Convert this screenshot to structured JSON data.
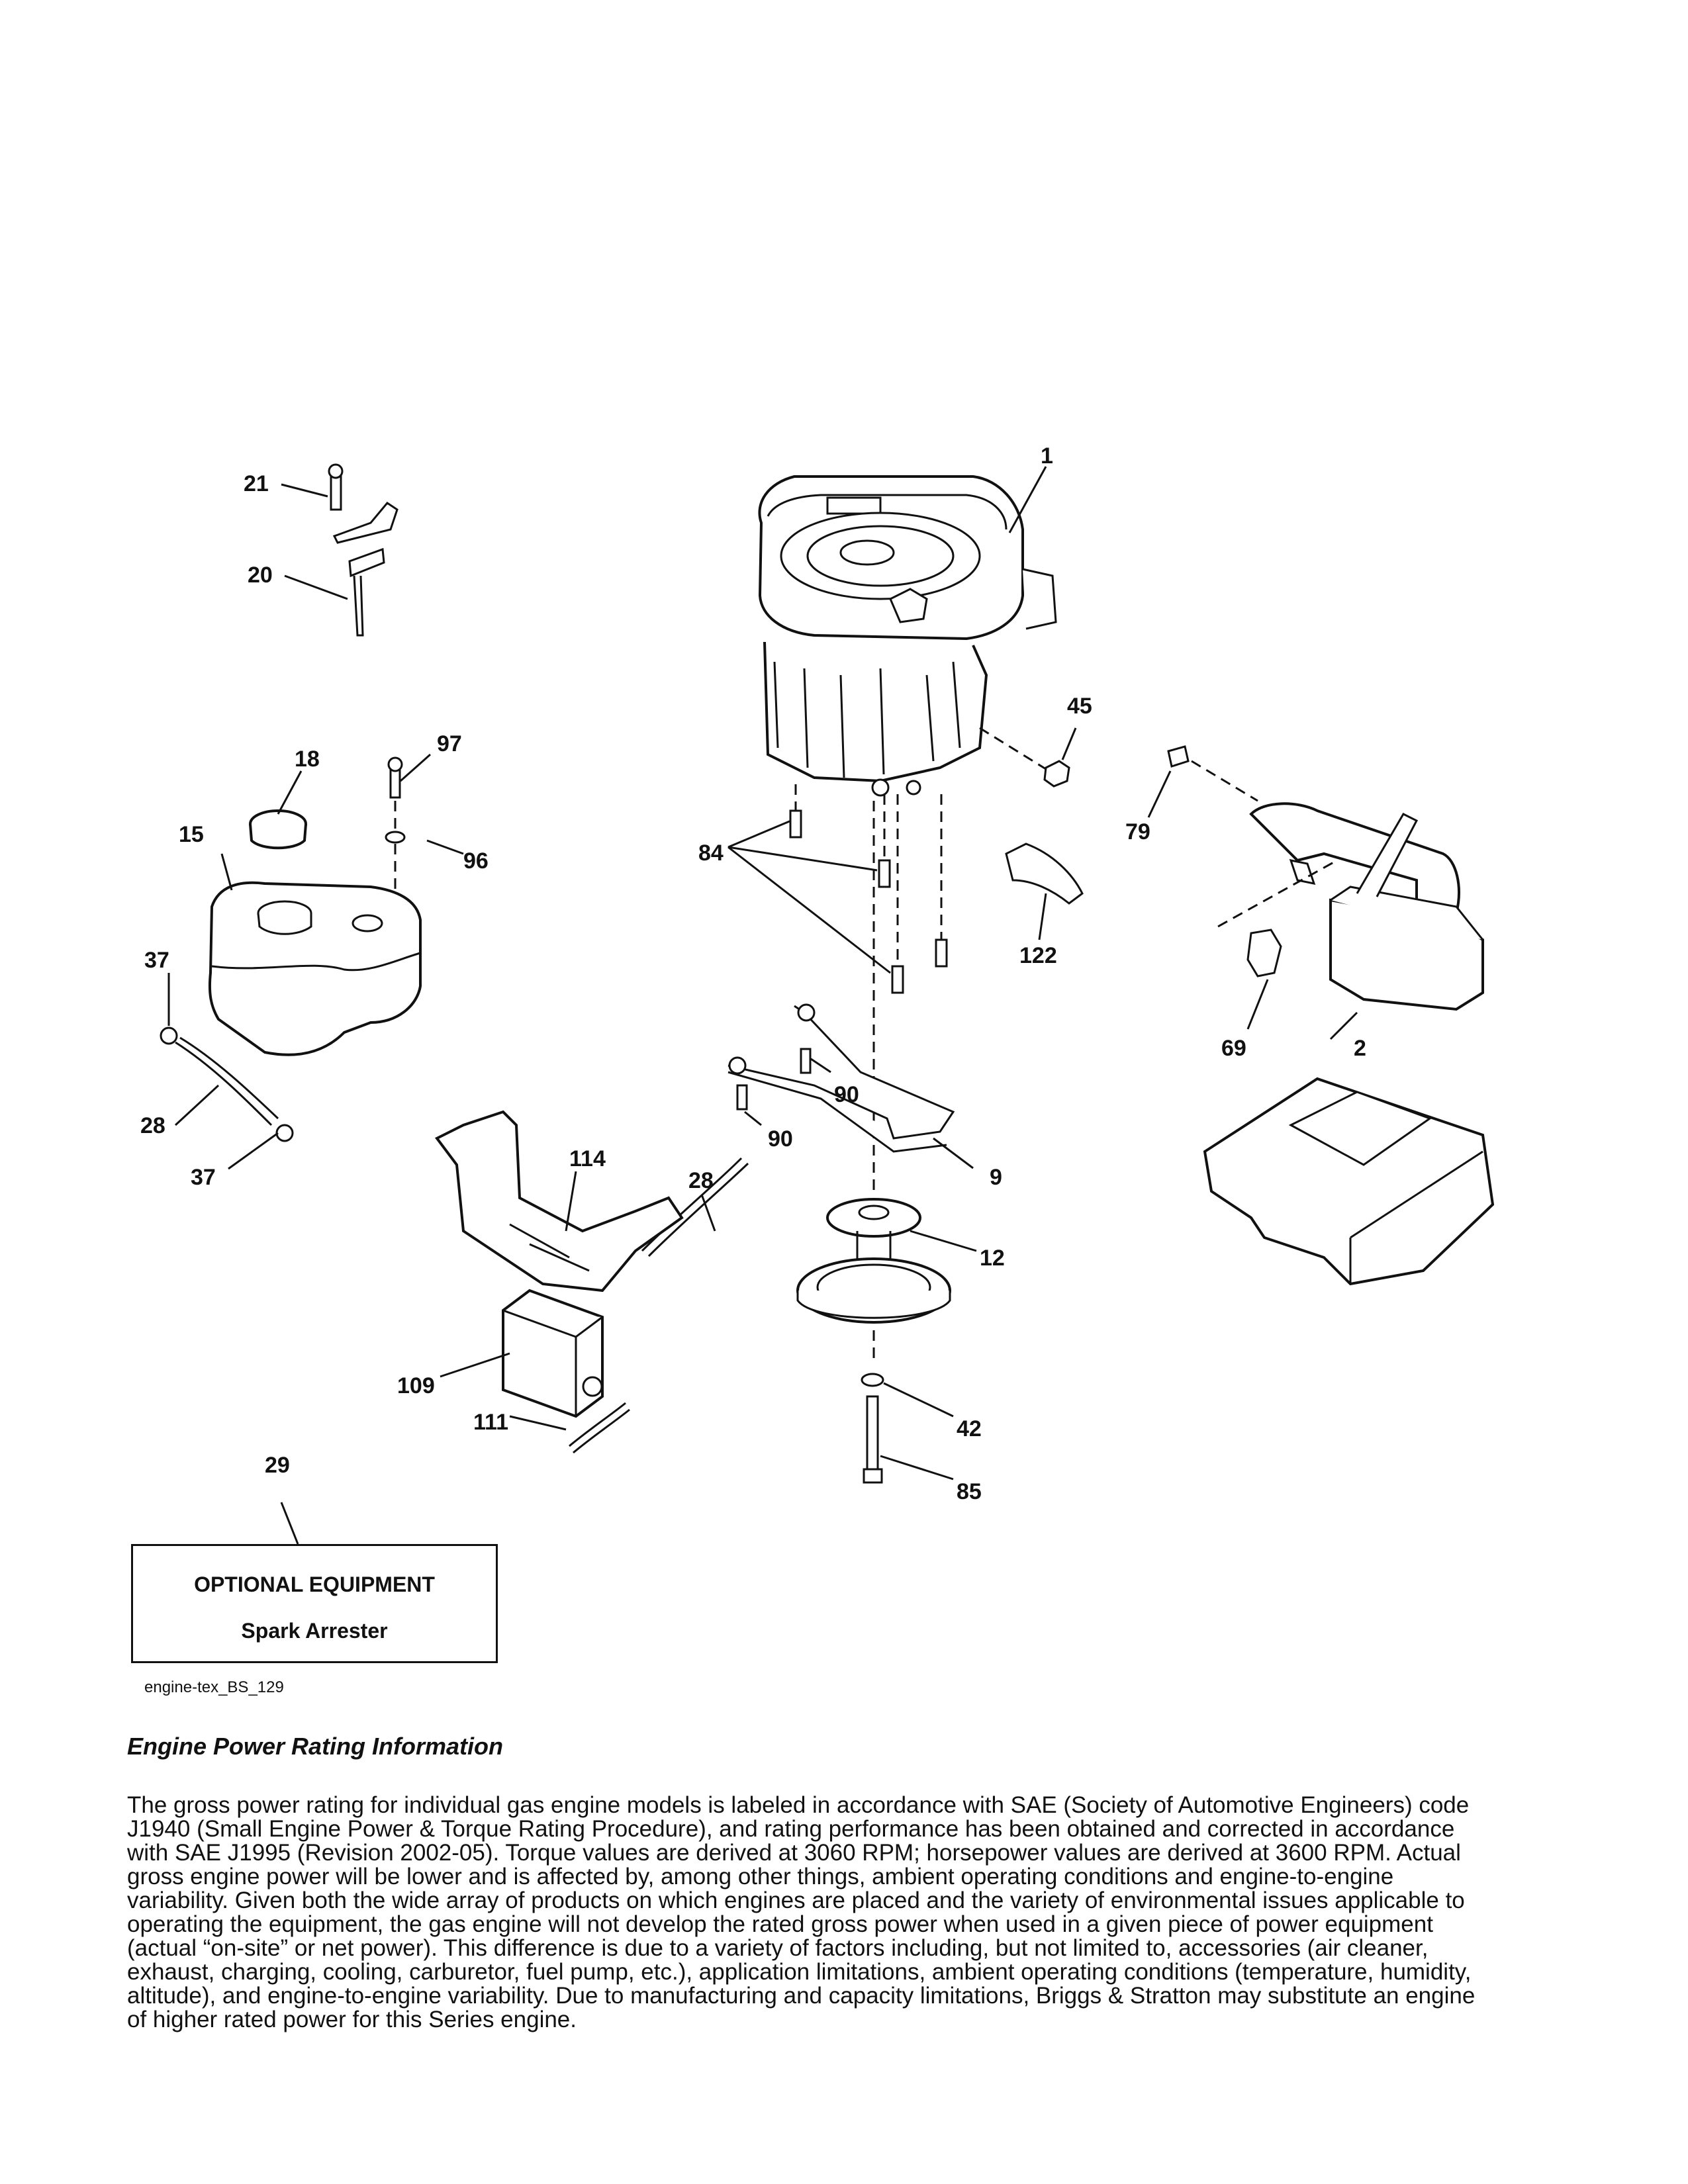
{
  "diagram": {
    "callouts": {
      "c1": "1",
      "c2": "2",
      "c9": "9",
      "c12": "12",
      "c15": "15",
      "c18": "18",
      "c20": "20",
      "c21": "21",
      "c28a": "28",
      "c28b": "28",
      "c29": "29",
      "c37a": "37",
      "c37b": "37",
      "c42": "42",
      "c45": "45",
      "c69": "69",
      "c79": "79",
      "c84": "84",
      "c85": "85",
      "c90a": "90",
      "c90b": "90",
      "c96": "96",
      "c97": "97",
      "c109": "109",
      "c111": "111",
      "c114": "114",
      "c122": "122"
    }
  },
  "optional_equipment": {
    "heading": "OPTIONAL EQUIPMENT",
    "item": "Spark Arrester"
  },
  "drawing_id": "engine-tex_BS_129",
  "rating_info": {
    "title": "Engine Power Rating Information",
    "body": "The gross power rating for individual gas engine models is labeled in accordance with SAE (Society of Automotive Engineers) code J1940 (Small Engine Power & Torque Rating Procedure), and rating performance has been obtained and corrected in accordance with SAE J1995 (Revision 2002-05). Torque values are derived at 3060 RPM; horsepower values are derived at 3600 RPM. Actual gross engine power will be lower and is affected by, among other things, ambient operating conditions and engine-to-engine variability. Given both the wide array of products on which engines are placed and the variety of environmental issues applicable to operating the equipment, the gas engine will not develop the rated gross power when used in a given piece of power equipment (actual “on-site” or net power). This difference is due to a variety of factors including, but not limited to, accessories (air cleaner, exhaust, charging, cooling, carburetor, fuel pump, etc.), application limitations, ambient operating conditions (temperature, humidity, altitude), and engine-to-engine variability. Due to manufacturing and capacity limitations, Briggs & Stratton may substitute an engine of higher rated power for this Series engine."
  }
}
